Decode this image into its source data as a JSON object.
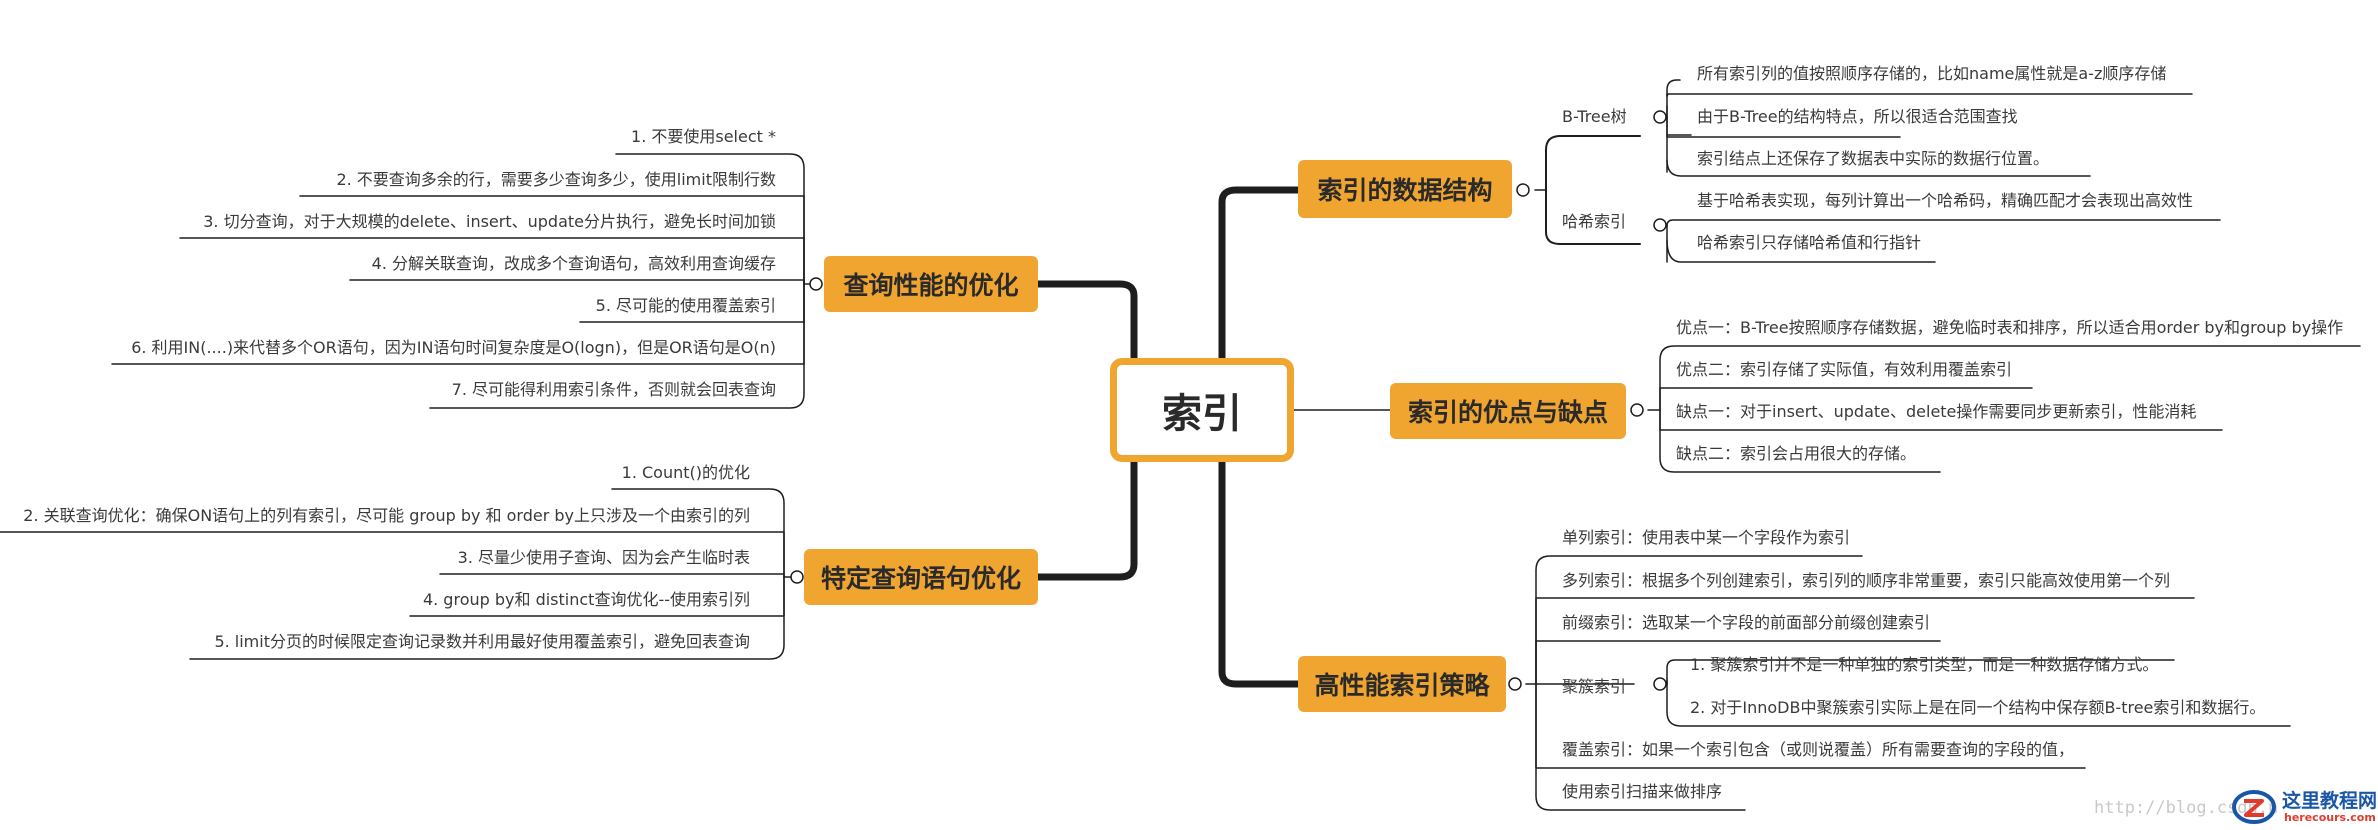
{
  "root": "索引",
  "topics": {
    "data_structure": "索引的数据结构",
    "pros_cons": "索引的优点与缺点",
    "strategy": "高性能索引策略",
    "query_opt": "查询性能的优化",
    "specific_opt": "特定查询语句优化"
  },
  "data_structure": {
    "btree_label": "B-Tree树",
    "btree_items": [
      "所有索引列的值按照顺序存储的，比如name属性就是a-z顺序存储",
      "由于B-Tree的结构特点，所以很适合范围查找",
      "索引结点上还保存了数据表中实际的数据行位置。"
    ],
    "hash_label": "哈希索引",
    "hash_items": [
      "基于哈希表实现，每列计算出一个哈希码，精确匹配才会表现出高效性",
      "哈希索引只存储哈希值和行指针"
    ]
  },
  "pros_cons": {
    "items": [
      "优点一：B-Tree按照顺序存储数据，避免临时表和排序，所以适合用order by和group by操作",
      "优点二：索引存储了实际值，有效利用覆盖索引",
      "缺点一：对于insert、update、delete操作需要同步更新索引，性能消耗",
      "缺点二：索引会占用很大的存储。"
    ]
  },
  "strategy": {
    "single": "单列索引：使用表中某一个字段作为索引",
    "multi": "多列索引：根据多个列创建索引，索引列的顺序非常重要，索引只能高效使用第一个列",
    "prefix": "前缀索引：选取某一个字段的前面部分前缀创建索引",
    "cluster_label": "聚簇索引",
    "cluster_items": [
      "1. 聚簇索引并不是一种单独的索引类型，而是一种数据存储方式。",
      "2. 对于InnoDB中聚簇索引实际上是在同一个结构中保存额B-tree索引和数据行。"
    ],
    "covering": "覆盖索引：如果一个索引包含（或则说覆盖）所有需要查询的字段的值，",
    "scan_sort": "使用索引扫描来做排序"
  },
  "query_opt": {
    "items": [
      "1. 不要使用select *",
      "2. 不要查询多余的行，需要多少查询多少，使用limit限制行数",
      "3. 切分查询，对于大规模的delete、insert、update分片执行，避免长时间加锁",
      "4. 分解关联查询，改成多个查询语句，高效利用查询缓存",
      "5. 尽可能的使用覆盖索引",
      "6. 利用IN(....)来代替多个OR语句，因为IN语句时间复杂度是O(logn)，但是OR语句是O(n)",
      "7. 尽可能得利用索引条件，否则就会回表查询"
    ]
  },
  "specific_opt": {
    "items": [
      "1. Count()的优化",
      "2. 关联查询优化：确保ON语句上的列有索引，尽可能 group by 和 order by上只涉及一个由索引的列",
      "3. 尽量少使用子查询、因为会产生临时表",
      "4. group by和 distinct查询优化--使用索引列",
      "5. limit分页的时候限定查询记录数并利用最好使用覆盖索引，避免回表查询"
    ]
  },
  "watermark": "http://blog.csdn.n",
  "logo": {
    "main": "这里教程网",
    "sub": "herecours.com"
  }
}
